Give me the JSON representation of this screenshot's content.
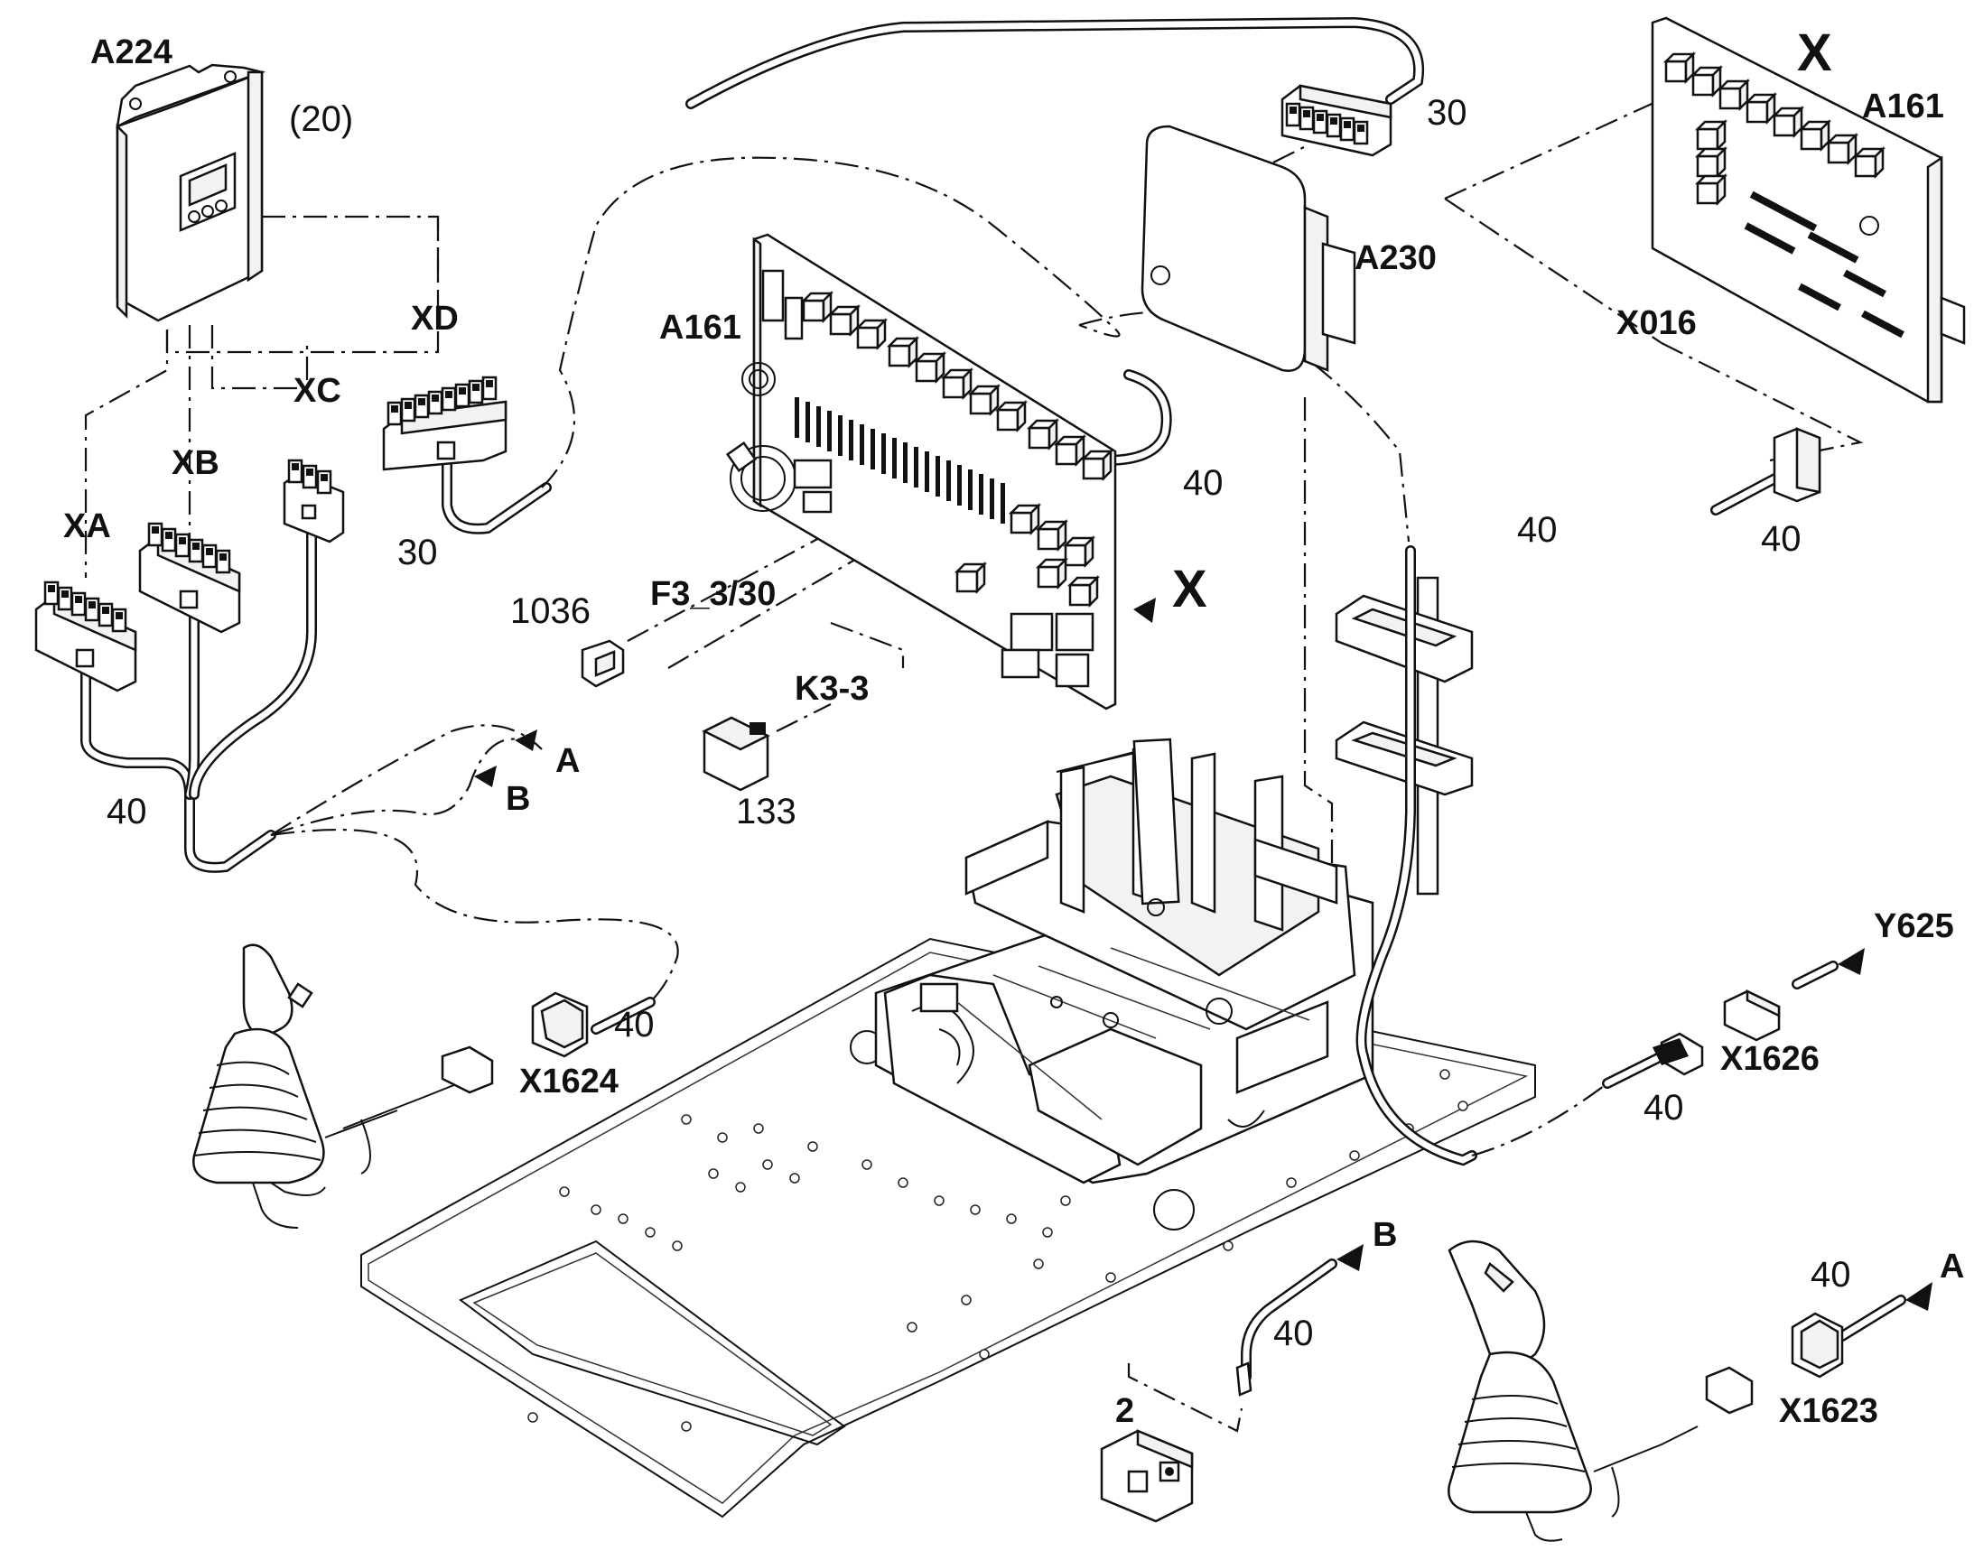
{
  "labels": {
    "a224": "A224",
    "a224_qty": "(20)",
    "xa": "XA",
    "xb": "XB",
    "xc": "XC",
    "xd": "XD",
    "xd_wire": "30",
    "harness_40_left": "40",
    "arrow_a_left": "A",
    "arrow_b_left": "B",
    "a161_center": "A161",
    "fuse_ref": "1036",
    "fuse_name": "F3_3/30",
    "relay_name": "K3-3",
    "relay_ref": "133",
    "view_x_center": "X",
    "a161_wire": "40",
    "a230": "A230",
    "a230_wire": "30",
    "view_x_right": "X",
    "a161_right": "A161",
    "x016": "X016",
    "x016_wire": "40",
    "upright_wire": "40",
    "x1624": "X1624",
    "x1624_wire": "40",
    "y625": "Y625",
    "x1626": "X1626",
    "x1626_wire": "40",
    "arrow_b_bottom": "B",
    "bottom_wire": "40",
    "switch_ref": "2",
    "x1623_wire": "40",
    "arrow_a_bottom": "A",
    "x1623": "X1623"
  },
  "icons": [
    "control-unit-a224",
    "connector-xa",
    "connector-xb",
    "connector-xc",
    "connector-xd",
    "circuit-board-a161",
    "fuse-f3-3-30",
    "relay-k3-3",
    "module-a230",
    "connector-a230",
    "circuit-board-a161-view-x",
    "connector-x016",
    "cable-clamp-stand",
    "seat-mount-frame",
    "floor-plate",
    "joystick-left",
    "joystick-right",
    "connector-x1624",
    "connector-x1623",
    "connector-x1626",
    "connector-y625",
    "switch-2",
    "arrow-a",
    "arrow-b",
    "view-arrow-x"
  ]
}
